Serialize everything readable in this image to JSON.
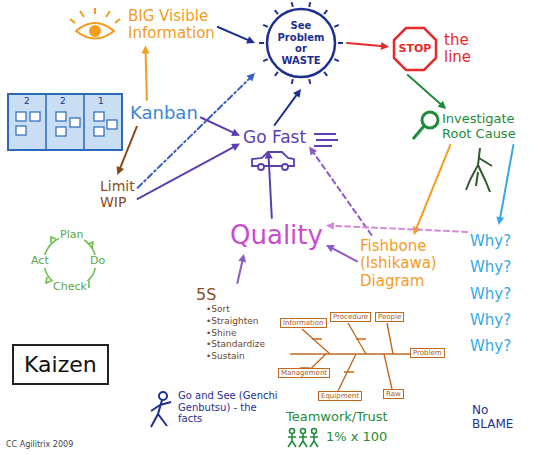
{
  "diagram": {
    "nodes": [
      {
        "text": [
          "BIG Visible Information"
        ]
      },
      {
        "text": [
          "See Problem or WASTE"
        ]
      },
      {
        "text": [
          "STOP",
          "the line"
        ]
      },
      {
        "text": [
          "Investigate Root Cause"
        ]
      },
      {
        "text": [
          "Kanban"
        ]
      },
      {
        "text": [
          "Limit WIP"
        ]
      },
      {
        "text": [
          "Go Fast"
        ]
      },
      {
        "text": [
          "Quality"
        ]
      },
      {
        "text": [
          "Fishbone (Ishikawa) Diagram"
        ]
      },
      {
        "text": [
          "Why? Why? Why? Why? Why?"
        ]
      },
      {
        "text": [
          "5S",
          "•Sort •Straighten •Shine •Standardize •Sustain"
        ]
      },
      {
        "text": [
          "Kaizen"
        ]
      }
    ],
    "edges": [
      {
        "from": 0,
        "to": 1,
        "arrow": "to"
      },
      {
        "from": 1,
        "to": 2,
        "arrow": "to"
      },
      {
        "from": 2,
        "to": 3,
        "arrow": "to"
      },
      {
        "from": 3,
        "to": 8,
        "arrow": "to"
      },
      {
        "from": 3,
        "to": 9,
        "arrow": "to"
      },
      {
        "from": 4,
        "to": 0,
        "arrow": "to"
      },
      {
        "from": 4,
        "to": 5,
        "arrow": "to"
      },
      {
        "from": 5,
        "to": 6,
        "arrow": "to"
      },
      {
        "from": 5,
        "to": 1,
        "arrow": "to"
      },
      {
        "from": 4,
        "to": 6,
        "arrow": "to"
      },
      {
        "from": 6,
        "to": 1,
        "arrow": "to"
      },
      {
        "from": 7,
        "to": 6,
        "arrow": "to"
      },
      {
        "from": 8,
        "to": 7,
        "arrow": "to"
      },
      {
        "from": 8,
        "to": 6,
        "arrow": "to"
      },
      {
        "from": 9,
        "to": 7,
        "arrow": "to"
      },
      {
        "from": 10,
        "to": 7,
        "arrow": "to"
      }
    ],
    "labels": [
      "2",
      "2",
      "1",
      "Plan",
      "Do",
      "Check",
      "Act",
      "Information",
      "Procedure",
      "People",
      "Management",
      "Equipment",
      "Raw",
      "Problem",
      "Go and See (Genchi Genbutsu) - the facts",
      "Teamwork/Trust",
      "1% x 100",
      "No BLAME",
      "CC Agilitrix 2009"
    ]
  }
}
